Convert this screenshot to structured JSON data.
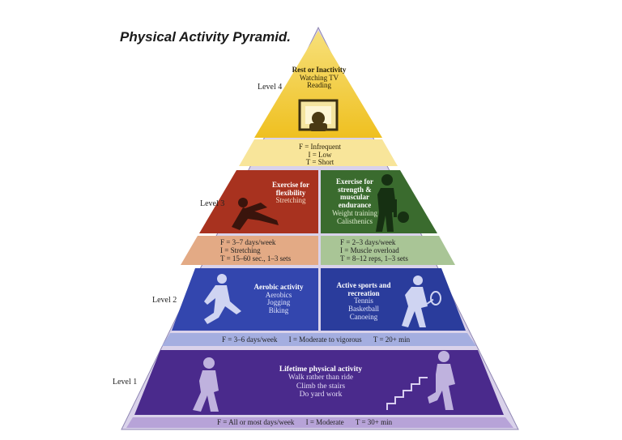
{
  "title": "Physical Activity Pyramid.",
  "levels": {
    "level4": "Level 4",
    "level3": "Level 3",
    "level2": "Level 2",
    "level1": "Level 1"
  },
  "tier4": {
    "heading": "Rest or Inactivity",
    "activities": [
      "Watching TV",
      "Reading"
    ],
    "fit": [
      "F = Infrequent",
      "I = Low",
      "T = Short"
    ]
  },
  "tier3": {
    "flexibility": {
      "heading": "Exercise for flexibility",
      "activities": [
        "Stretching"
      ],
      "fit": [
        "F = 3–7 days/week",
        "I = Stretching",
        "T = 15–60 sec., 1–3 sets"
      ]
    },
    "strength": {
      "heading": "Exercise for strength & muscular endurance",
      "activities": [
        "Weight training",
        "Calisthenics"
      ],
      "fit": [
        "F = 2–3 days/week",
        "I = Muscle overload",
        "T = 8–12 reps, 1–3 sets"
      ]
    }
  },
  "tier2": {
    "aerobic": {
      "heading": "Aerobic activity",
      "activities": [
        "Aerobics",
        "Jogging",
        "Biking"
      ]
    },
    "sports": {
      "heading": "Active sports and recreation",
      "activities": [
        "Tennis",
        "Basketball",
        "Canoeing"
      ]
    },
    "fit": [
      "F = 3–6 days/week",
      "I = Moderate to vigorous",
      "T = 20+ min"
    ]
  },
  "tier1": {
    "heading": "Lifetime physical activity",
    "activities": [
      "Walk rather than ride",
      "Climb the stairs",
      "Do yard work"
    ],
    "fit": [
      "F = All or most days/week",
      "I = Moderate",
      "T = 30+ min"
    ]
  },
  "colors": {
    "yellow": "#f3cd2e",
    "yellow_light": "#f8e59a",
    "red": "#a8321f",
    "peach": "#e3aa85",
    "green": "#3a6b2e",
    "green_light": "#9fc08c",
    "blue": "#2f43a8",
    "blue_light": "#98a3d8",
    "purple": "#4a2a8c",
    "purple_light": "#b7a3d8"
  }
}
